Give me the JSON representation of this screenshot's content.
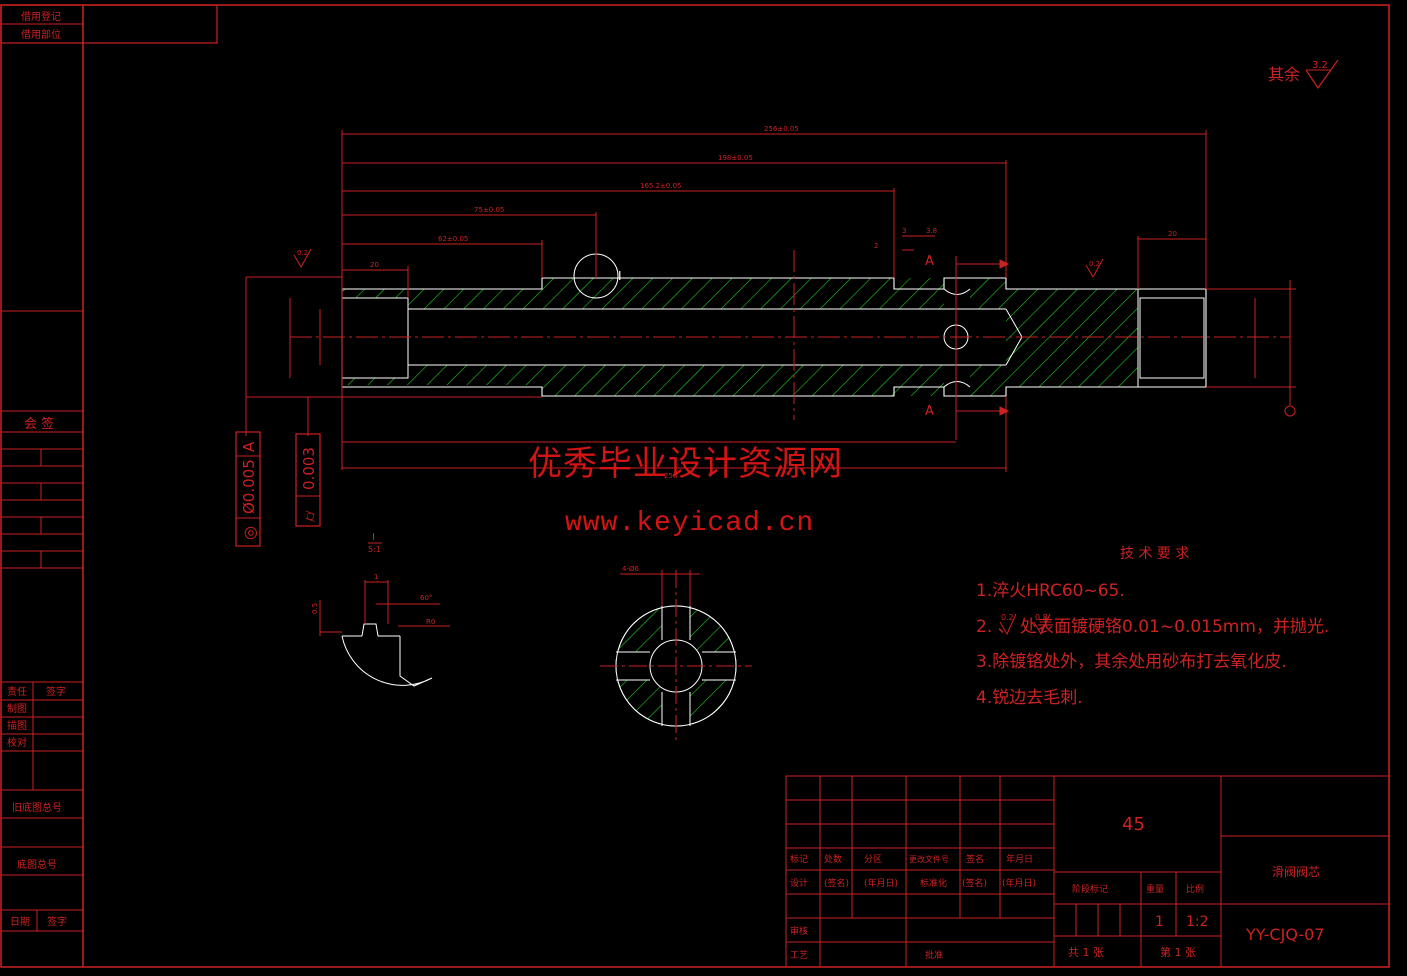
{
  "colors": {
    "background": "#000000",
    "frame_line": "#cc2222",
    "outline": "#ffffff",
    "hatch": "#22cc22",
    "dimension": "#cc2222",
    "watermark": "#d21414"
  },
  "left_strip": {
    "top_labels": [
      "借用登记",
      "借用部位"
    ],
    "countersign_label": "会  签",
    "resp_header": [
      "责任",
      "签字"
    ],
    "resp_rows": [
      "制图",
      "描图",
      "校对"
    ],
    "old_drawing_no": "旧底图总号",
    "base_drawing_no": "底图总号",
    "date_sign": [
      "日期",
      "签字"
    ]
  },
  "roughness_note": {
    "text": "其余",
    "value": "3.2"
  },
  "dimensions": {
    "total_length": "256±0.05",
    "d198": "198±0.05",
    "d165": "165.2±0.05",
    "d75": "75±0.05",
    "d62": "62±0.05",
    "d20_left": "20",
    "d20_right": "20",
    "d3": "3",
    "d2": "2",
    "d3_8": "3.8",
    "bottom_length": "256",
    "section_label": "A",
    "surface_left": "0.2",
    "surface_right": "0.2"
  },
  "tolerance_frames": [
    {
      "symbol": "◎",
      "value": "Ø0.005",
      "datum": "A"
    },
    {
      "symbol": "⌭",
      "value": "0.003",
      "datum": ""
    }
  ],
  "detail_view": {
    "label": "I",
    "scale": "5:1",
    "dim_width": "1",
    "dim_angle": "60°",
    "dim_depth": "0.5",
    "dim_r": "R0"
  },
  "section_view": {
    "label": "4-Ø6"
  },
  "watermark": {
    "title": "优秀毕业设计资源网",
    "url": "www.keyicad.cn"
  },
  "tech_requirements": {
    "title": "技  术  要  求",
    "items": [
      "1.淬火HRC60~65.",
      "2.  、  处表面镀硬铬0.01~0.015mm，并抛光.",
      "3.除镀铬处外，其余处用砂布打去氧化皮.",
      "4.锐边去毛刺."
    ],
    "roughness_a": "0.2",
    "roughness_b": "0.8"
  },
  "title_block": {
    "material": "45",
    "part_name": "滑阀阀芯",
    "drawing_no": "YY-CJQ-07",
    "header_row": [
      "标记",
      "处数",
      "分区",
      "更改文件号",
      "签名",
      "年月日"
    ],
    "design_row": [
      "设计",
      "(签名)",
      "(年月日)",
      "标准化",
      "(签名)",
      "(年月日)"
    ],
    "review": "审核",
    "process": "工艺",
    "approve": "批准",
    "stage_label": "阶段标记",
    "weight_label": "重量",
    "scale_label": "比例",
    "weight_value": "1",
    "scale_value": "1:2",
    "sheets_total": "共 1 张",
    "sheet_no": "第 1 张"
  }
}
